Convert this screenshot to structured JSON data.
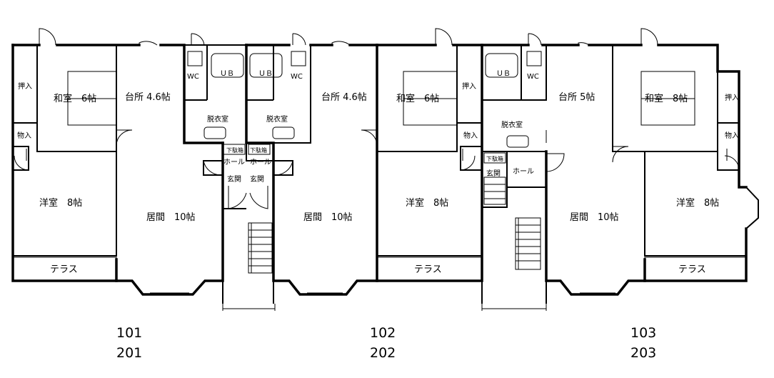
{
  "floorplan": {
    "unit1": {
      "oshiire": "押入",
      "washitsu": "和室　6帖",
      "kitchen": "台所 4.6帖",
      "wc": "WC",
      "ub": "ＵＢ",
      "datsuishitsu": "脱衣室",
      "monoire": "物入",
      "hall": "ホール",
      "getabako": "下駄箱",
      "genkan": "玄関",
      "youshitsu": "洋室　8帖",
      "ima": "居間　10帖",
      "terrace": "テラス",
      "number_lower": "101",
      "number_upper": "201"
    },
    "unit2": {
      "ub": "ＵＢ",
      "wc": "WC",
      "datsuishitsu": "脱衣室",
      "hall": "ホール",
      "getabako": "下駄箱",
      "genkan": "玄関",
      "kitchen": "台所 4.6帖",
      "washitsu": "和室　6帖",
      "oshiire": "押入",
      "monoire": "物入",
      "ima": "居間　10帖",
      "youshitsu": "洋室　8帖",
      "terrace": "テラス",
      "number_lower": "102",
      "number_upper": "202"
    },
    "unit3": {
      "ub": "ＵＢ",
      "wc": "WC",
      "datsuishitsu": "脱衣室",
      "getabako": "下駄箱",
      "genkan": "玄関",
      "hall": "ホール",
      "kitchen": "台所 5帖",
      "washitsu": "和室　8帖",
      "oshiire": "押入",
      "monoire": "物入",
      "ima": "居間　10帖",
      "youshitsu": "洋室　8帖",
      "terrace": "テラス",
      "number_lower": "103",
      "number_upper": "203"
    }
  }
}
